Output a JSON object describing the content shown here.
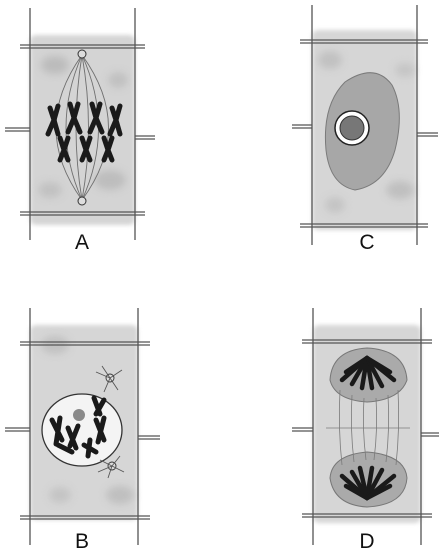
{
  "panels": [
    {
      "id": "A",
      "label": "A"
    },
    {
      "id": "B",
      "label": "B"
    },
    {
      "id": "C",
      "label": "C"
    },
    {
      "id": "D",
      "label": "D"
    }
  ],
  "colors": {
    "cell_fill": "#d9d9d9",
    "cell_blotch": "#b8b8b8",
    "wall_line": "#555555",
    "nucleus_fill": "#a9a9a9",
    "nucleolus_fill": "#7a7a7a",
    "chromosome": "#1a1a1a",
    "spindle": "#6e6e6e"
  }
}
